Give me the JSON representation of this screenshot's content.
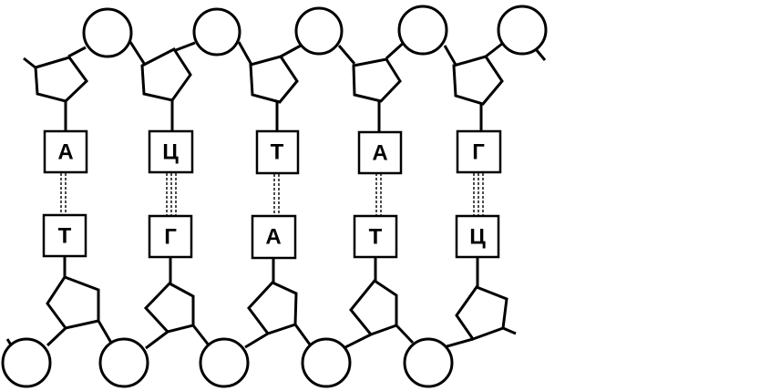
{
  "colors": {
    "stroke": "#000000",
    "fill": "#ffffff"
  },
  "top_strand": {
    "bases": [
      "А",
      "Ц",
      "Т",
      "А",
      "Г"
    ]
  },
  "bottom_strand": {
    "bases": [
      "Т",
      "Г",
      "А",
      "Т",
      "Ц"
    ]
  },
  "hydrogen_bonds": [
    2,
    3,
    2,
    2,
    3
  ]
}
